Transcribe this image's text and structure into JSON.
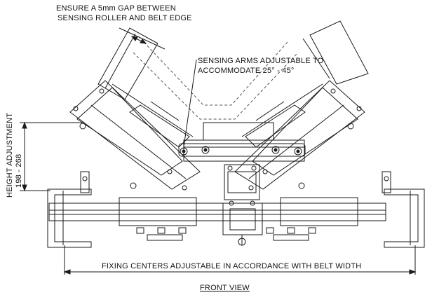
{
  "annotations": {
    "gap_note_line1": "ENSURE A 5mm GAP BETWEEN",
    "gap_note_line2": "SENSING ROLLER AND BELT EDGE",
    "arms_note_line1": "SENSING ARMS ADJUSTABLE TO",
    "arms_note_line2": "ACCOMMODATE 25° - 45°",
    "height_label": "HEIGHT ADJUSTMENT",
    "height_range": "198 - 268",
    "fixing_centers": "FIXING CENTERS ADJUSTABLE IN ACCORDANCE WITH BELT WIDTH",
    "view_title": "FRONT VIEW"
  }
}
